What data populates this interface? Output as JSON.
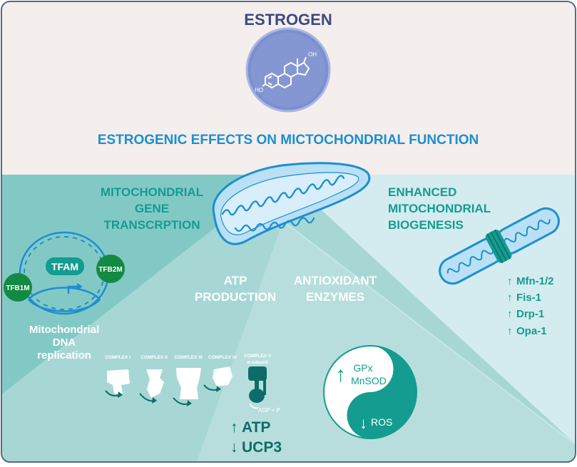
{
  "colors": {
    "top_bg": "#f4eeec",
    "panel_dark": "#82c9c6",
    "panel_mid": "#a7d7d5",
    "panel_light": "#d4ecef",
    "teal": "#149c90",
    "teal_dark": "#0c6d68",
    "green_badge": "#138a42",
    "navy": "#3a4a82",
    "blue_title": "#1a8fd0",
    "blue_line": "#1d8fcf",
    "mito_fill": "#b9e0f5"
  },
  "header": {
    "molecule_name": "ESTROGEN",
    "molecule_oh_label": "OH",
    "molecule_ho_label": "HO",
    "main_title": "ESTROGENIC EFFECTS ON MICTOCHONDRIAL FUNCTION"
  },
  "gene_transcription": {
    "title_lines": [
      "MITOCHONDRIAL",
      "GENE",
      "TRANSCRPTION"
    ],
    "tfam_label": "TFAM",
    "tfb1m_label": "TFB1M",
    "tfb2m_label": "TFB2M",
    "caption_lines": [
      "Mitochondrial",
      "DNA",
      "replication"
    ]
  },
  "atp_production": {
    "title_lines": [
      "ATP",
      "PRODUCTION"
    ],
    "complex_labels": [
      "COMPLEX I",
      "COMPLEX II",
      "COMPLEX III",
      "COMPLEX IV"
    ],
    "complex_v_lines": [
      "COMPLEX V",
      "α-subunit"
    ],
    "adp_label": "ADP + P",
    "atp_label": "ATP",
    "ucp3_label": "UCP3"
  },
  "antioxidant": {
    "title_lines": [
      "ANTIOXIDANT",
      "ENZYMES"
    ],
    "gpx_label": "GPx",
    "mnsod_label": "MnSOD",
    "ros_label": "ROS"
  },
  "biogenesis": {
    "title_lines": [
      "ENHANCED",
      "MITOCHONDRIAL",
      "BIOGENESIS"
    ],
    "markers": [
      "Mfn-1/2",
      "Fis-1",
      "Drp-1",
      "Opa-1"
    ]
  }
}
